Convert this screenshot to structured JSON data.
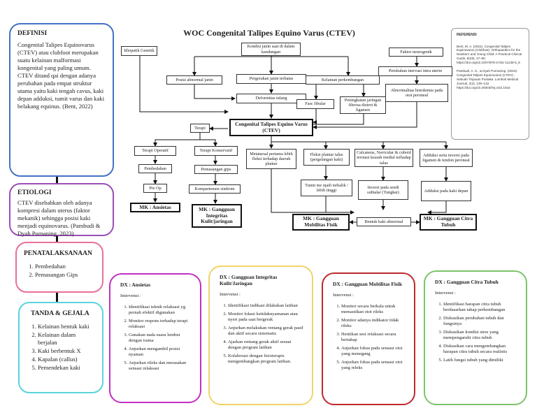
{
  "title": "WOC Congenital Talipes Equino Varus (CTEV)",
  "definisi": {
    "title": "DEFINISI",
    "text": "Congenital Talipes Equinovarus (CTEV) atau clubfoot merupakan suatu kelainan malformasi kongenital yang paling umum. CTEV ditand qai dengan adanya perubahan pada empat struktur utama yaitu kaki tengah cavus, kaki depan adduksi, tumit varus dan kaki belakang equinus. (Bent, 2022)"
  },
  "etiologi": {
    "title": "ETIOLOGI",
    "text": "CTEV disebabkan oleh adanya kompresi dalam uterus (faktor mekanik) sehingga posisi kaki menjadi equinovarus. (Pambudi & Dyah Purnaning, 2023)"
  },
  "penatalaksanaan": {
    "title": "PENATALAKSANAAN",
    "items": [
      "Pembedahan",
      "Pemasangan Gips"
    ]
  },
  "tanda": {
    "title": "TANDA & GEJALA",
    "items": [
      "Kelainan bentuk kaki",
      "Kelainan dalam berjalan",
      "Kaki berbentuk X",
      "Kapalan (callus)",
      "Pemendekan kaki"
    ]
  },
  "referensi": {
    "title": "REFERENSI",
    "ref1": "Bent, M. A. (2022). Congenital Talipes Equinovarus (Clubfoot). Orthopaedics for the Newborn and Young Child: A Practical Clinical Guide, 8(28), 47–60. https://doi.org/10.1007/978-3-031-11136-5_5",
    "ref2": "Pambudi, A. S., & Dyah Purnaning. (2023). Congenital Talipes Equinovarus (CTEV) : Sebuah Tinjauan Pustaka. Lombok Medical Journal, 2(2), 135–142. https://doi.org/10.29303/lmj.v2i2.1515"
  },
  "flow": {
    "idiopatik": "Idiopatik Genetik",
    "kondisi": "Kondisi janin saat di dalam kandungan",
    "posisi": "Posisi abnormal janin",
    "pergerakan": "Pergerakan janin terbatas",
    "kelainan": "Kelainan perkembangan",
    "deformitas": "Deformitas tulang",
    "fasc": "Fasc fibular",
    "peningkatan": "Peningkatan jaringan fibrosa distrot & ligamen",
    "faktor": "Faktor neurogenik",
    "perubahan": "Perubahan inervasi intra uterin",
    "abnormalitas": "Abnormalitas histokimia pada otot peroneal",
    "ctev": "Congenital Talipes Equino Varus (CTEV)",
    "terapi": "Terapi",
    "operatif": "Terapi Operatif",
    "konservatif": "Terapi Konservatif",
    "pembedahan": "Pembedahan",
    "gips": "Pemasangan gips",
    "preop": "Pre Op",
    "kompartemen": "Kompartemen sindrom",
    "metatarsal": "Metatarsal pertama lebih fleksi terhadap daerah plantar",
    "fleksi": "Fleksi plantar talus (pergelangan kaki)",
    "calcaneus": "Calcaneus, Navicular & cuboid terotasi kearah medial terhadap talus",
    "adduksi": "Adduksi serta inversi pada ligamen & tendon peroneal",
    "tumit": "Tumit me njadi terbalik / lebih tinggi",
    "inversi": "Inversi pada sendi subtalar (Tungkai)",
    "adduksiKaki": "Adduksi pada kaki depan",
    "bentuk": "Bentuk kaki abnormal",
    "mkAnsietas": "MK : Ansietas",
    "mkIntegritas": "MK : Gangguan Integritas Kulit/jaringan",
    "mkMobilitas": "MK : Gangguan Mobilitas Fisik",
    "mkCitra": "MK : Gangguan Citra Tubuh"
  },
  "dx": [
    {
      "title": "DX : Ansietas",
      "intervensi": "Intervensi :",
      "items": [
        "Identifikasi teknik relaksasi yg pernah efektif digunakan",
        "Monitor respons terhadap terapi relaksasi",
        "Gunakan nada suara lembut dengan irama",
        "Anjurkan mengambil posisi nyaman",
        "Anjurkan rileks dan merasakan sensasi relaksasi"
      ]
    },
    {
      "title": "DX : Gangguan Integritas Kulit/Jaringan",
      "intervensi": "Intervensi :",
      "items": [
        "Identifikasi indikasi dilakukan latihan",
        "Monitor lokasi ketidaknyamanan atau nyeri pada saat bergerak",
        "Anjurkan melakukan rentang gerak pasif dan aktif secara sistematis",
        "Ajarkan rentang gerak aktif sesuai dengan program latihan",
        "Kolaborasi dengan fisioterapis mengembangkan program latihan."
      ]
    },
    {
      "title": "DX : Gangguan Mobilitas Fisik",
      "intervensi": "Intervensi :",
      "items": [
        "Monitor secara berkala untuk memastikan otot rileks",
        "Monitor adanya indikator tidak rileks",
        "Hentikan sesi relaksasi secara bertahap",
        "Anjurkan fokus pada sensasi otot yang menegang",
        "Anjurkan fokus pada sensasi otot yang releks"
      ]
    },
    {
      "title": "DX : Gangguan Citra Tubuh",
      "intervensi": "Intervensi :",
      "items": [
        "Identifikasi harapan citra tubuh berdasarkan tahap perkembangan",
        "Diskusikan perubahan tubuh dan fungsinya",
        "Diskusikan kondisi stres yang mempengaruhi citra tubuh",
        "Diskusikan cara mengembangkan harapan citra tubuh secara realistis",
        "Latih fungsi tubuh yang dimiliki"
      ]
    }
  ],
  "colors": {
    "definisi": "#4472c4",
    "etiologi": "#9b4fb8",
    "penatalaksanaan": "#e8709a",
    "tanda": "#5ad3dc",
    "dxAnsietas": "#c22fc2",
    "dxIntegritas": "#f2d36b",
    "dxMobilitas": "#c0282d",
    "dxCitra": "#7cc46a"
  }
}
